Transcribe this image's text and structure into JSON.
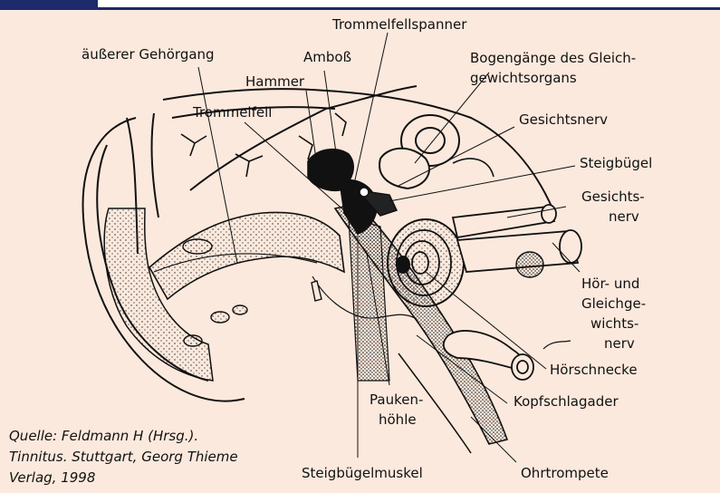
{
  "colors": {
    "background": "#fbe9dd",
    "accent_bar": "#1d2a6b",
    "ink": "#111111"
  },
  "labels": {
    "trommelfellspanner": "Trommelfellspanner",
    "ausserer_gehoergang": "äußerer Gehörgang",
    "amboss": "Amboß",
    "bogengaenge_1": "Bogengänge des Gleich-",
    "bogengaenge_2": "gewichtsorgans",
    "hammer": "Hammer",
    "trommelfell": "Trommelfell",
    "gesichtsnerv": "Gesichtsnerv",
    "steigbuegel": "Steigbügel",
    "gesichtsnerv2_1": "Gesichts-",
    "gesichtsnerv2_2": "nerv",
    "hoer_1": "Hör- und",
    "hoer_2": "Gleichge-",
    "hoer_3": "wichts-",
    "hoer_4": "nerv",
    "hoerschnecke": "Hörschnecke",
    "kopfschlagader": "Kopfschlagader",
    "paukenhoehle_1": "Pauken-",
    "paukenhoehle_2": "höhle",
    "steigbuegelmuskel": "Steigbügelmuskel",
    "ohrtrompete": "Ohrtrompete"
  },
  "source": {
    "line1": "Quelle: Feldmann H (Hrsg.).",
    "line2": "Tinnitus. Stuttgart, Georg Thieme",
    "line3": "Verlag, 1998"
  }
}
